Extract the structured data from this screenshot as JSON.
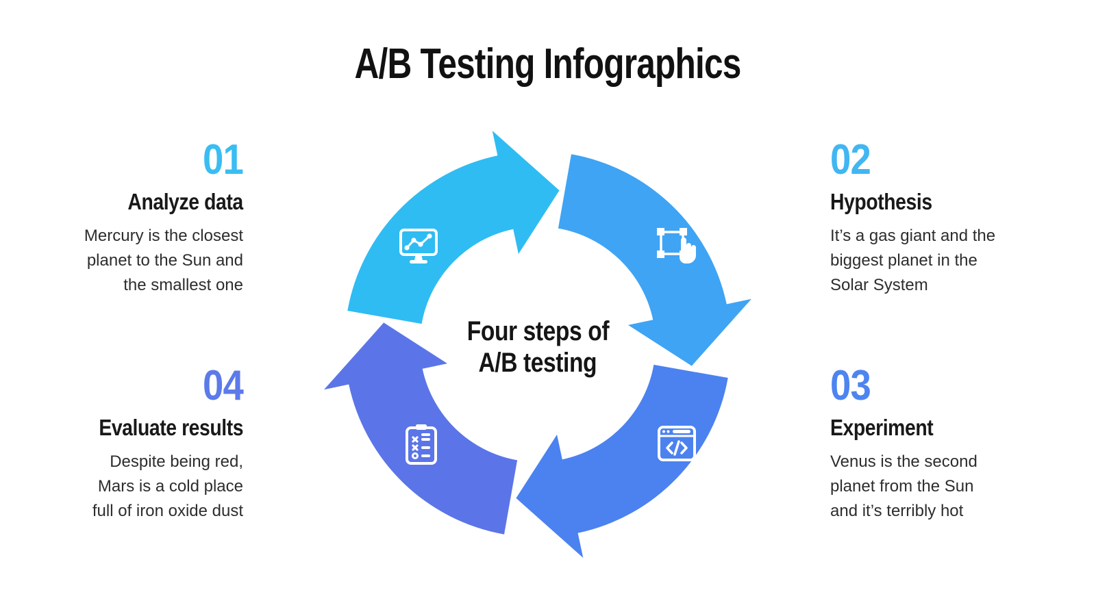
{
  "title": "A/B Testing Infographics",
  "center_label": {
    "line1": "Four steps of",
    "line2": "A/B testing"
  },
  "steps": [
    {
      "number": "01",
      "heading": "Analyze data",
      "lines": [
        "Mercury is the closest",
        "planet to the Sun and",
        "the smallest one"
      ],
      "number_color": "#39bdf2",
      "arrow_color": "#2fbcf2",
      "icon": "monitor-analytics-icon"
    },
    {
      "number": "02",
      "heading": "Hypothesis",
      "lines": [
        "It’s a gas giant and the",
        "biggest planet in the",
        "Solar System"
      ],
      "number_color": "#41b6f2",
      "arrow_color": "#3fa4f4",
      "icon": "selection-hand-icon"
    },
    {
      "number": "03",
      "heading": "Experiment",
      "lines": [
        "Venus is the second",
        "planet from the Sun",
        "and it’s terribly hot"
      ],
      "number_color": "#4d84f0",
      "arrow_color": "#4b82f0",
      "icon": "code-window-icon"
    },
    {
      "number": "04",
      "heading": "Evaluate results",
      "lines": [
        "Despite being red,",
        "Mars is a cold place",
        "full of iron oxide dust"
      ],
      "number_color": "#5c7ae9",
      "arrow_color": "#5b75e8",
      "icon": "clipboard-checklist-icon"
    }
  ],
  "colors": {
    "background": "#ffffff",
    "title_text": "#111111",
    "heading_text": "#191919",
    "body_text": "#2d2d2d",
    "icon": "#ffffff"
  }
}
